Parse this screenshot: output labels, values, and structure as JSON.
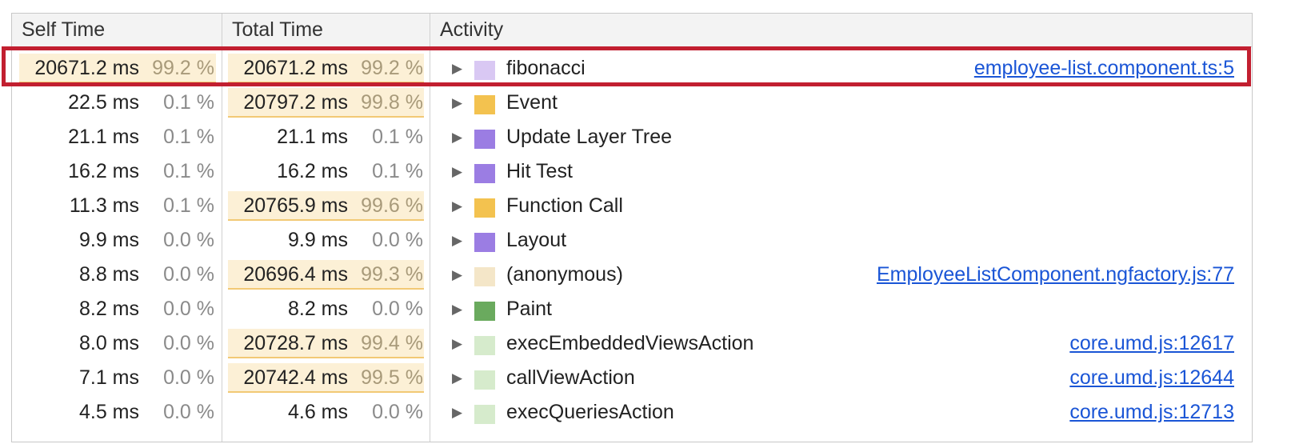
{
  "header": {
    "self_time": "Self Time",
    "total_time": "Total Time",
    "activity": "Activity"
  },
  "colors": {
    "highlight_border": "#c21f30",
    "hot_cell_bg": "#fcf0d6",
    "hot_cell_underline": "#f2c975",
    "link": "#1a55d6"
  },
  "rows": [
    {
      "self_ms": "20671.2 ms",
      "self_pct": "99.2 %",
      "self_hot": true,
      "total_ms": "20671.2 ms",
      "total_pct": "99.2 %",
      "total_hot": true,
      "swatch": "#d9c8f3",
      "name": "fibonacci",
      "link": "employee-list.component.ts:5"
    },
    {
      "self_ms": "22.5 ms",
      "self_pct": "0.1 %",
      "self_hot": false,
      "total_ms": "20797.2 ms",
      "total_pct": "99.8 %",
      "total_hot": true,
      "swatch": "#f3c24f",
      "name": "Event",
      "link": ""
    },
    {
      "self_ms": "21.1 ms",
      "self_pct": "0.1 %",
      "self_hot": false,
      "total_ms": "21.1 ms",
      "total_pct": "0.1 %",
      "total_hot": false,
      "swatch": "#9b7de3",
      "name": "Update Layer Tree",
      "link": ""
    },
    {
      "self_ms": "16.2 ms",
      "self_pct": "0.1 %",
      "self_hot": false,
      "total_ms": "16.2 ms",
      "total_pct": "0.1 %",
      "total_hot": false,
      "swatch": "#9b7de3",
      "name": "Hit Test",
      "link": ""
    },
    {
      "self_ms": "11.3 ms",
      "self_pct": "0.1 %",
      "self_hot": false,
      "total_ms": "20765.9 ms",
      "total_pct": "99.6 %",
      "total_hot": true,
      "swatch": "#f3c24f",
      "name": "Function Call",
      "link": ""
    },
    {
      "self_ms": "9.9 ms",
      "self_pct": "0.0 %",
      "self_hot": false,
      "total_ms": "9.9 ms",
      "total_pct": "0.0 %",
      "total_hot": false,
      "swatch": "#9b7de3",
      "name": "Layout",
      "link": ""
    },
    {
      "self_ms": "8.8 ms",
      "self_pct": "0.0 %",
      "self_hot": false,
      "total_ms": "20696.4 ms",
      "total_pct": "99.3 %",
      "total_hot": true,
      "swatch": "#f4e6c8",
      "name": "(anonymous)",
      "link": "EmployeeListComponent.ngfactory.js:77"
    },
    {
      "self_ms": "8.2 ms",
      "self_pct": "0.0 %",
      "self_hot": false,
      "total_ms": "8.2 ms",
      "total_pct": "0.0 %",
      "total_hot": false,
      "swatch": "#6aaa5e",
      "name": "Paint",
      "link": ""
    },
    {
      "self_ms": "8.0 ms",
      "self_pct": "0.0 %",
      "self_hot": false,
      "total_ms": "20728.7 ms",
      "total_pct": "99.4 %",
      "total_hot": true,
      "swatch": "#d6ebcc",
      "name": "execEmbeddedViewsAction",
      "link": "core.umd.js:12617"
    },
    {
      "self_ms": "7.1 ms",
      "self_pct": "0.0 %",
      "self_hot": false,
      "total_ms": "20742.4 ms",
      "total_pct": "99.5 %",
      "total_hot": true,
      "swatch": "#d6ebcc",
      "name": "callViewAction",
      "link": "core.umd.js:12644"
    },
    {
      "self_ms": "4.5 ms",
      "self_pct": "0.0 %",
      "self_hot": false,
      "total_ms": "4.6 ms",
      "total_pct": "0.0 %",
      "total_hot": false,
      "swatch": "#d6ebcc",
      "name": "execQueriesAction",
      "link": "core.umd.js:12713"
    }
  ]
}
